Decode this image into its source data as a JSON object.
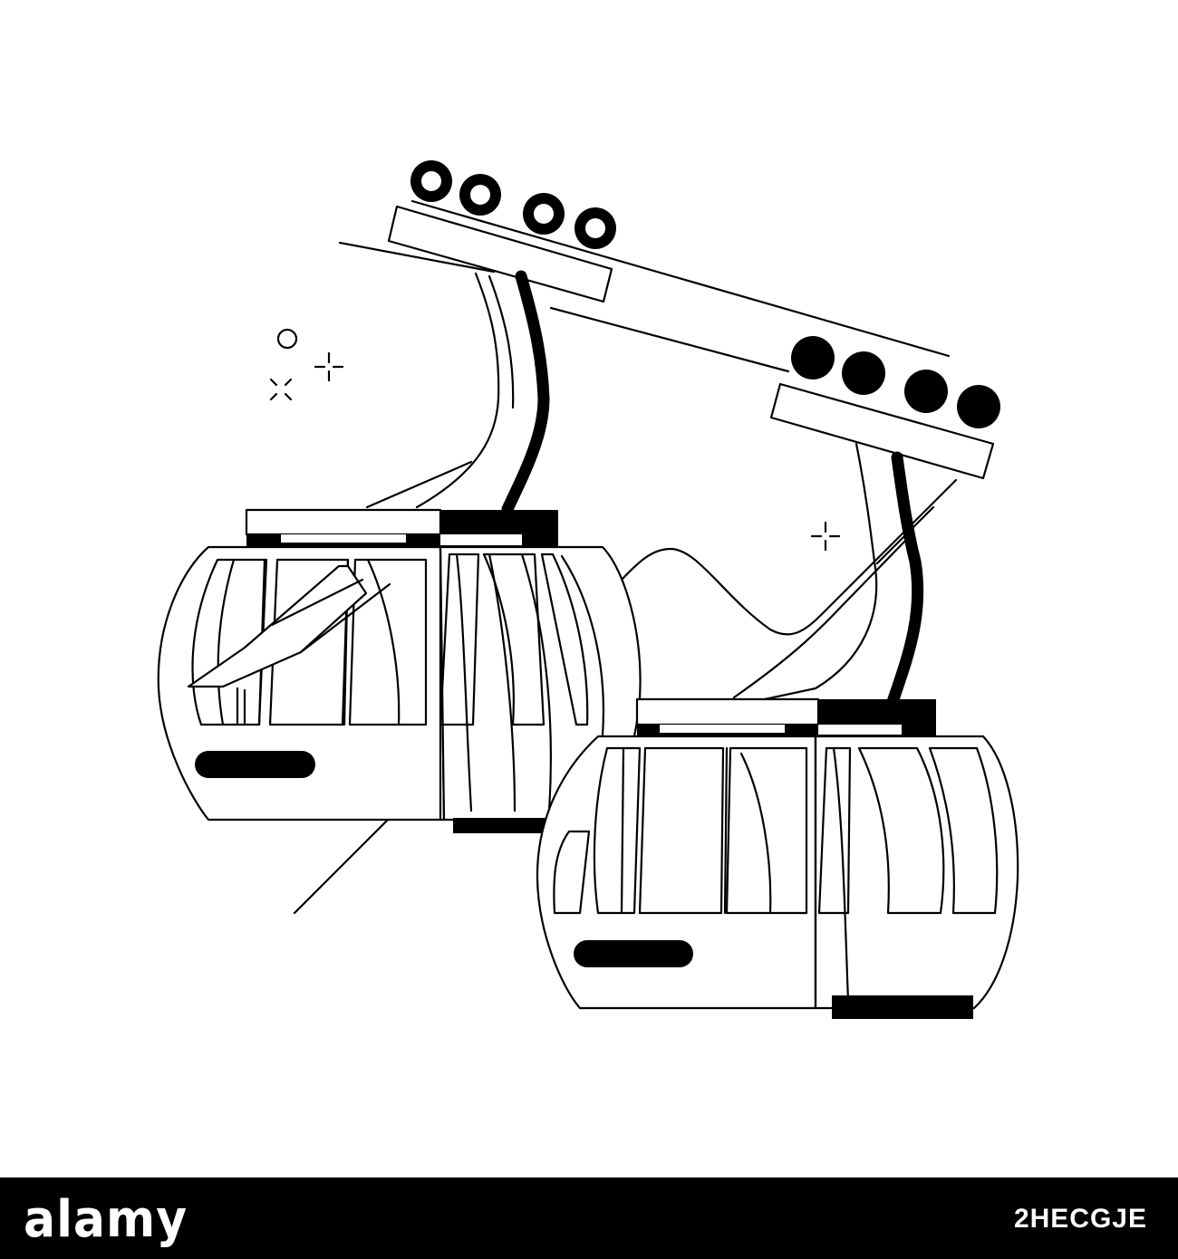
{
  "illustration": {
    "subject": "cable-car-gondolas",
    "stroke_color": "#000000",
    "fill_color": "#ffffff",
    "accent_color": "#000000"
  },
  "footer": {
    "brand": "alamy",
    "image_id": "2HECGJE",
    "background_color": "#000000",
    "text_color": "#ffffff"
  }
}
